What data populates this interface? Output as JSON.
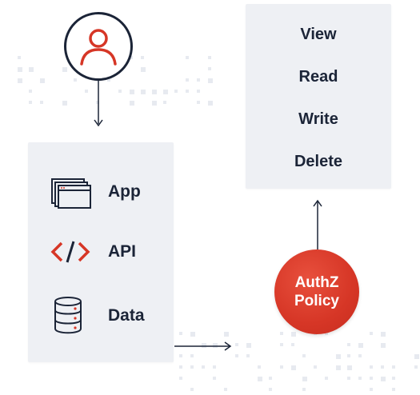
{
  "colors": {
    "panel": "#eef0f4",
    "text": "#1b2437",
    "accent_red": "#d63626",
    "dots": "#e7eaf0"
  },
  "resources": {
    "items": [
      {
        "label": "App",
        "icon": "app-window-icon"
      },
      {
        "label": "API",
        "icon": "code-icon"
      },
      {
        "label": "Data",
        "icon": "database-icon"
      }
    ]
  },
  "actions": {
    "items": [
      {
        "label": "View"
      },
      {
        "label": "Read"
      },
      {
        "label": "Write"
      },
      {
        "label": "Delete"
      }
    ]
  },
  "policy": {
    "line1": "AuthZ",
    "line2": "Policy"
  },
  "user": {
    "icon": "user-icon"
  }
}
